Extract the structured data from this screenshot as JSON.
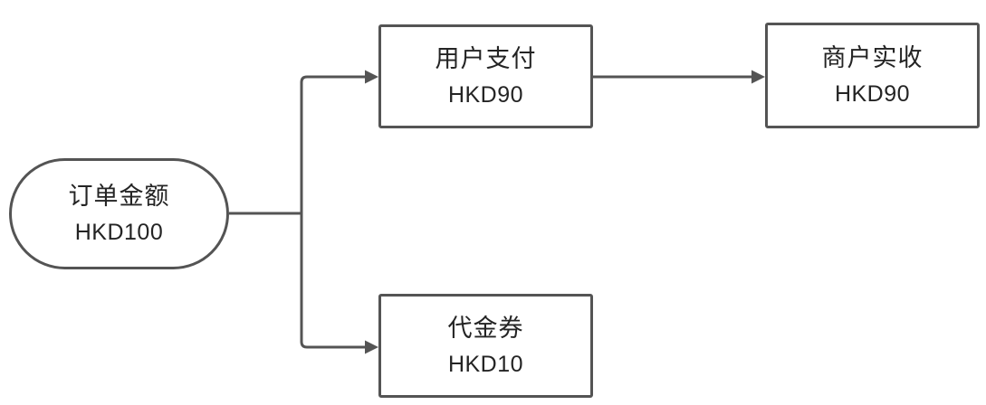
{
  "diagram": {
    "type": "flowchart",
    "background_color": "#ffffff",
    "stroke_color": "#545454",
    "text_color": "#242424",
    "nodes": [
      {
        "id": "order-amount",
        "shape": "stadium",
        "label": "订单金额",
        "amount": "HKD100"
      },
      {
        "id": "user-payment",
        "shape": "rectangle",
        "label": "用户支付",
        "amount": "HKD90"
      },
      {
        "id": "merchant-received",
        "shape": "rectangle",
        "label": "商户实收",
        "amount": "HKD90"
      },
      {
        "id": "voucher",
        "shape": "rectangle",
        "label": "代金券",
        "amount": "HKD10"
      }
    ],
    "edges": [
      {
        "from": "order-amount",
        "to": "user-payment"
      },
      {
        "from": "order-amount",
        "to": "voucher"
      },
      {
        "from": "user-payment",
        "to": "merchant-received"
      }
    ]
  }
}
